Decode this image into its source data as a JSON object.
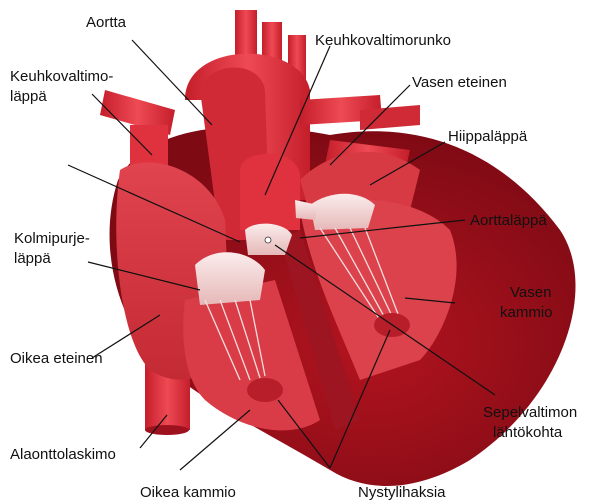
{
  "labels": {
    "aortta": "Aortta",
    "keuhkovaltimorunko": "Keuhkovaltimorunko",
    "keuhkovaltimolappa_line1": "Keuhkovaltimo-",
    "keuhkovaltimolappa_line2": "läppä",
    "vasen_eteinen": "Vasen eteinen",
    "hiippalappa": "Hiippaläppä",
    "aorttalappa": "Aorttaläppä",
    "kolmipurjelappa_line1": "Kolmipurje-",
    "kolmipurjelappa_line2": "läppä",
    "vasen_kammio_line1": "Vasen",
    "vasen_kammio_line2": "kammio",
    "oikea_eteinen": "Oikea eteinen",
    "sepelvaltimon_line1": "Sepelvaltimon",
    "sepelvaltimon_line2": "lähtökohta",
    "alaonttolaskimo": "Alaonttolaskimo",
    "oikea_kammio": "Oikea kammio",
    "nystylihaksia": "Nystylihaksia"
  },
  "colors": {
    "muscle_dark": "#a3101c",
    "muscle_mid": "#c8202c",
    "vessel_red": "#e0323e",
    "vessel_light": "#f0646c",
    "chamber": "#d83a44",
    "valve": "#f4d6d6",
    "leader": "#111111"
  }
}
